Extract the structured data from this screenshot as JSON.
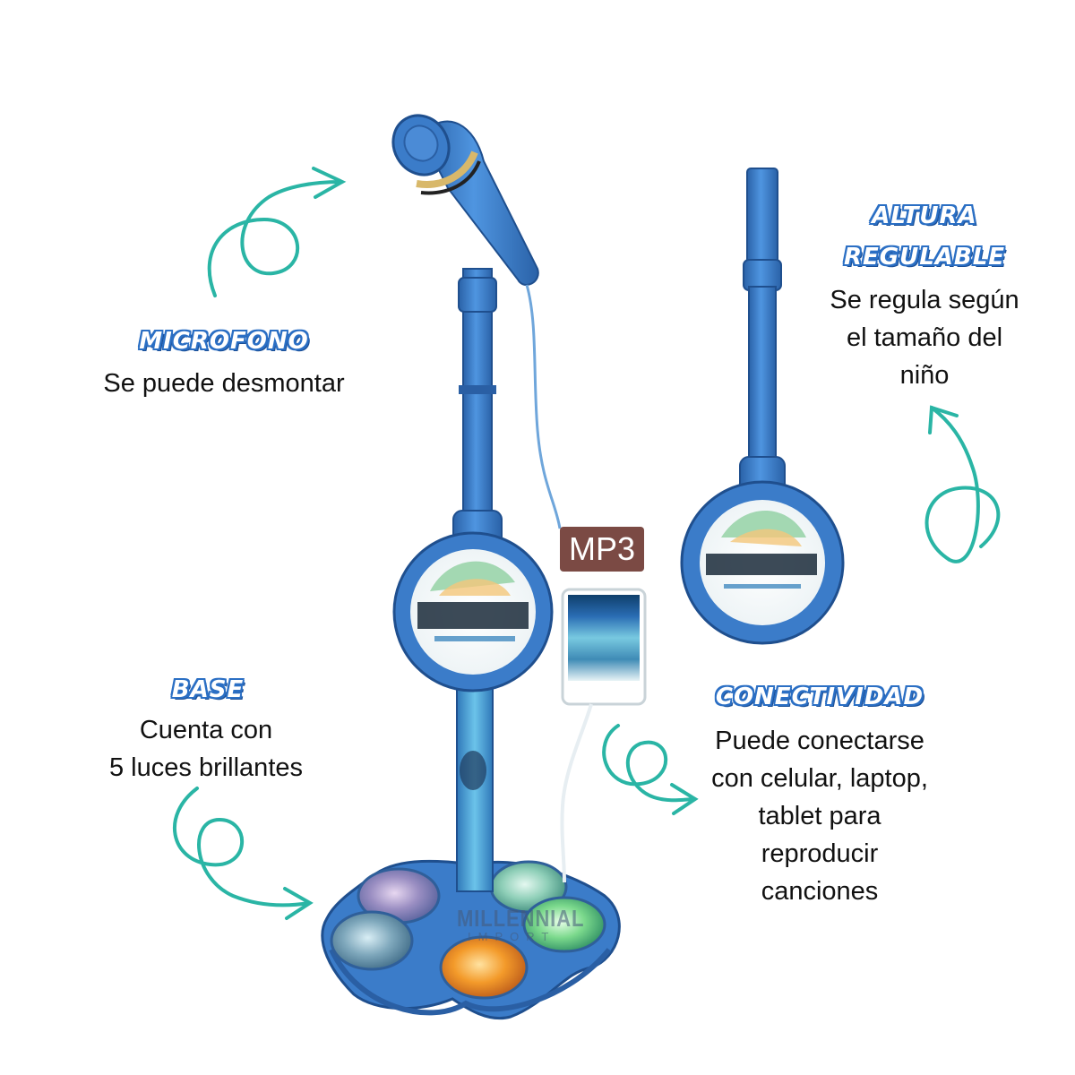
{
  "features": {
    "microfono": {
      "title": "MICROFONO",
      "desc": "Se puede desmontar"
    },
    "altura": {
      "title_line1": "ALTURA",
      "title_line2": "REGULABLE",
      "desc_line1": "Se regula según",
      "desc_line2": "el tamaño del",
      "desc_line3": "niño"
    },
    "base": {
      "title": "BASE",
      "desc_line1": "Cuenta con",
      "desc_line2": "5 luces brillantes"
    },
    "conectividad": {
      "title": "CONECTIVIDAD",
      "desc_line1": "Puede conectarse",
      "desc_line2": "con celular, laptop,",
      "desc_line3": "tablet para",
      "desc_line4": "reproducir",
      "desc_line5": "canciones"
    }
  },
  "product": {
    "mp3_label": "MP3",
    "watermark": "MILLENNIAL",
    "watermark_sub": "IMPORT",
    "stand_color": "#3b7cc9",
    "arrow_color": "#2ab5a5"
  }
}
